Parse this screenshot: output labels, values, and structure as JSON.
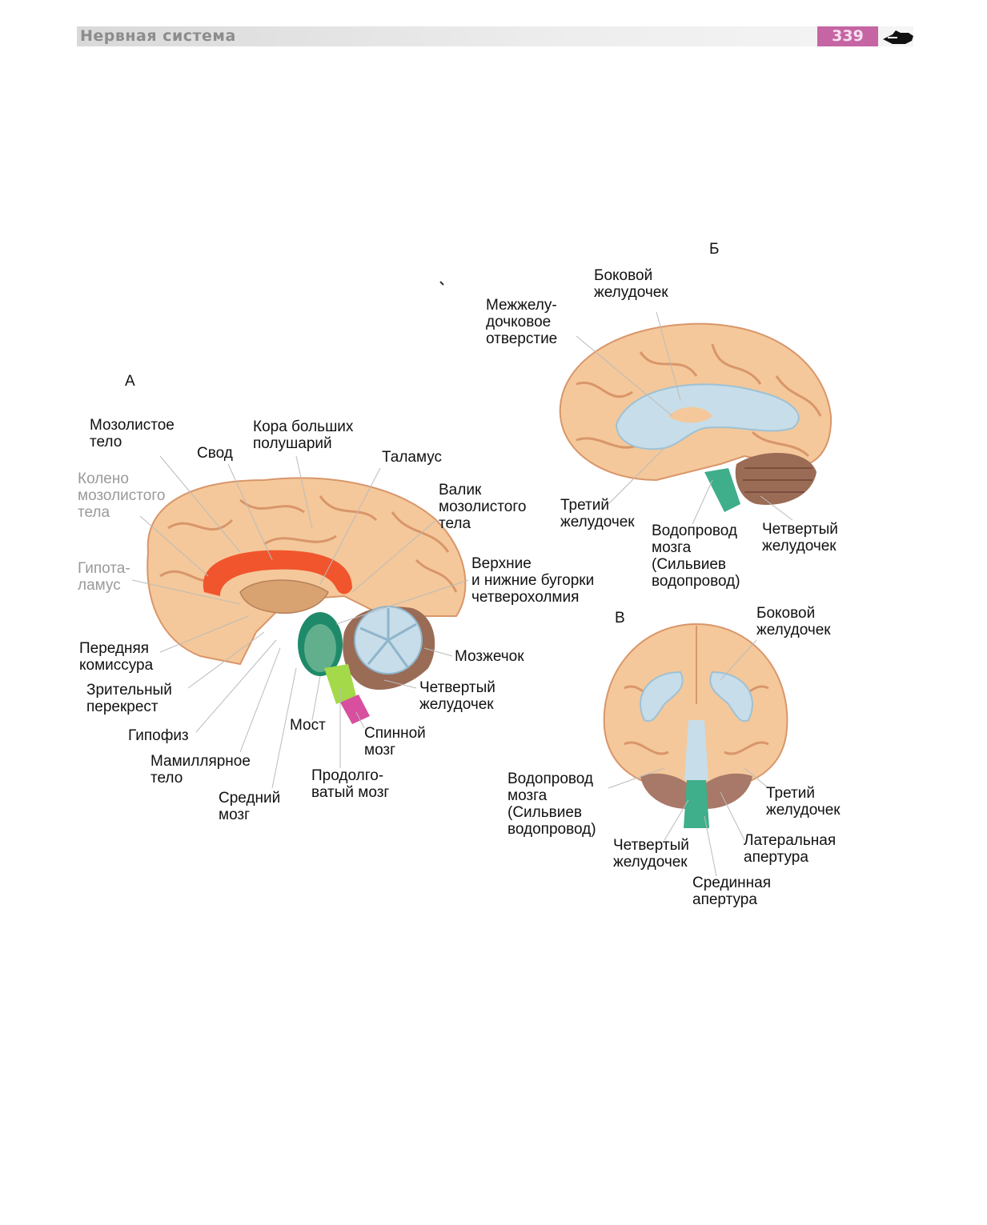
{
  "header": {
    "title": "Нервная система",
    "page_number": "339"
  },
  "icons": {
    "page_marker": "hand-pointer-icon"
  },
  "panel_a": {
    "letter": "А",
    "labels": {
      "corpus_callosum": "Мозолистое\nтело",
      "fornix": "Свод",
      "cortex": "Кора больших\nполушарий",
      "thalamus": "Таламус",
      "genu": "Колено\nмозолистого\nтела",
      "splenium": "Валик\nмозолистого\nтела",
      "hypothalamus": "Гипота-\nламус",
      "colliculi": "Верхние\nи нижние бугорки\nчетверохолмия",
      "anterior_commissure": "Передняя\nкомиссура",
      "cerebellum": "Мозжечок",
      "optic_chiasm": "Зрительный\nперекрест",
      "fourth_ventricle": "Четвертый\nжелудочек",
      "pituitary": "Гипофиз",
      "pons": "Мост",
      "spinal_cord": "Спинной\nмозг",
      "mamillary_body": "Мамиллярное\nтело",
      "medulla": "Продолго-\nватый мозг",
      "midbrain": "Средний\nмозг"
    }
  },
  "panel_b": {
    "letter": "Б",
    "labels": {
      "lateral_ventricle": "Боковой\nжелудочек",
      "interventricular_foramen": "Межжелу-\nдочковое\nотверстие",
      "third_ventricle": "Третий\nжелудочек",
      "aqueduct": "Водопровод\nмозга\n(Сильвиев\nводопровод)",
      "fourth_ventricle": "Четвертый\nжелудочек"
    }
  },
  "panel_v": {
    "letter": "В",
    "labels": {
      "lateral_ventricle": "Боковой\nжелудочек",
      "aqueduct": "Водопровод\nмозга\n(Сильвиев\nводопровод)",
      "third_ventricle": "Третий\nжелудочек",
      "fourth_ventricle": "Четвертый\nжелудочек",
      "lateral_aperture": "Латеральная\nапертура",
      "median_aperture": "Срединная\nапертура"
    }
  },
  "colors": {
    "brain_tissue": "#f4c89a",
    "gyri_lines": "#d9966a",
    "corpus_callosum": "#f0552d",
    "ventricles": "#c7dde9",
    "cerebellum_dark": "#9a6b55",
    "brainstem_green": "#1f8a6a",
    "pons_teal": "#3fae8a",
    "medulla_lime": "#a4d94a",
    "spinal_magenta": "#d84fa0",
    "header_accent": "#c565a3"
  }
}
